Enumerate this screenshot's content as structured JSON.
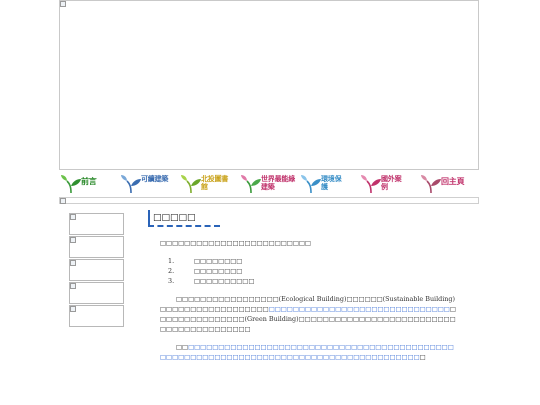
{
  "nav": {
    "items": [
      {
        "label": "前言",
        "color": "#2b8a2b"
      },
      {
        "label": "可續建築",
        "color": "#3a6cb0"
      },
      {
        "label": "北投圖書館",
        "color": "#c9a21a"
      },
      {
        "label": "世界最能綠建築",
        "color": "#c0326b"
      },
      {
        "label": "環境保護",
        "color": "#3a8fc7"
      },
      {
        "label": "國外案例",
        "color": "#c0326b"
      },
      {
        "label": "回主頁",
        "color": "#c0326b"
      }
    ]
  },
  "main": {
    "title": "□□□□□",
    "intro": "□□□□□□□□□□□□□□□□□□□□□□□□□",
    "list": [
      {
        "num": "1.",
        "text": "□□□□□□□□"
      },
      {
        "num": "2.",
        "text": "□□□□□□□□"
      },
      {
        "num": "3.",
        "text": "□□□□□□□□□□"
      }
    ],
    "para1_a": "□□□□□□□□□□□□□□□□□(Ecological Building)□□□□□□(Sustainable Building)□□□□□□□□□□□□□□□□□□",
    "para1_link": "□□□□□□□□□□□□□□□□□□□□□□□□□□□□□□",
    "para1_b": "□□□□□□□□□□□□□□□(Green Building)□□□□□□□□□□□□□□□□□□□□□□□□□□□□□□□□□□□□□□□□□",
    "para2_a": "□□",
    "para2_link": "□□□□□□□□□□□□□□□□□□□□□□□□□□□□□□□□□□□□□□□□□□□□□□□□□□□□□□□□□□□□□□□□□□□□□□□□□□□□□□□□□□□□□□□",
    "para2_b": "□"
  }
}
